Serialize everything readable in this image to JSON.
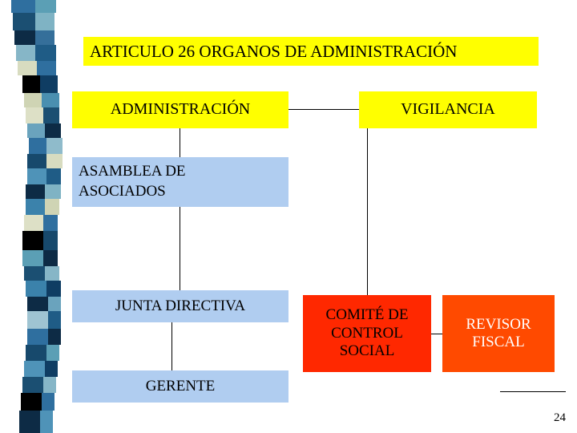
{
  "slide": {
    "title": "ARTICULO 26    ORGANOS DE ADMINISTRACIÓN",
    "page_number": "24",
    "colors": {
      "yellow": "#ffff00",
      "light_blue": "#b0cdf0",
      "red": "#ff2800",
      "orange": "#ff4a00",
      "text": "#000000",
      "white_text": "#ffffff"
    },
    "nodes": [
      {
        "id": "administracion",
        "label": "ADMINISTRACIÓN",
        "color": "#ffff00"
      },
      {
        "id": "vigilancia",
        "label": "VIGILANCIA",
        "color": "#ffff00"
      },
      {
        "id": "asamblea",
        "label": "ASAMBLEA DE ASOCIADOS",
        "color": "#b0cdf0"
      },
      {
        "id": "junta-directiva",
        "label": "JUNTA DIRECTIVA",
        "color": "#b0cdf0"
      },
      {
        "id": "gerente",
        "label": "GERENTE",
        "color": "#b0cdf0"
      },
      {
        "id": "comite-control-social",
        "label": "COMITÉ DE CONTROL SOCIAL",
        "color": "#ff2800"
      },
      {
        "id": "revisor-fiscal",
        "label": "REVISOR FISCAL",
        "color": "#ff4a00"
      }
    ],
    "node_labels": {
      "administracion": "ADMINISTRACIÓN",
      "vigilancia": "VIGILANCIA",
      "asamblea_line1": "ASAMBLEA DE",
      "asamblea_line2": "ASOCIADOS",
      "junta": "JUNTA DIRECTIVA",
      "gerente": "GERENTE",
      "comite_line1": "COMITÉ DE",
      "comite_line2": "CONTROL",
      "comite_line3": "SOCIAL",
      "revisor_line1": "REVISOR",
      "revisor_line2": "FISCAL"
    }
  }
}
